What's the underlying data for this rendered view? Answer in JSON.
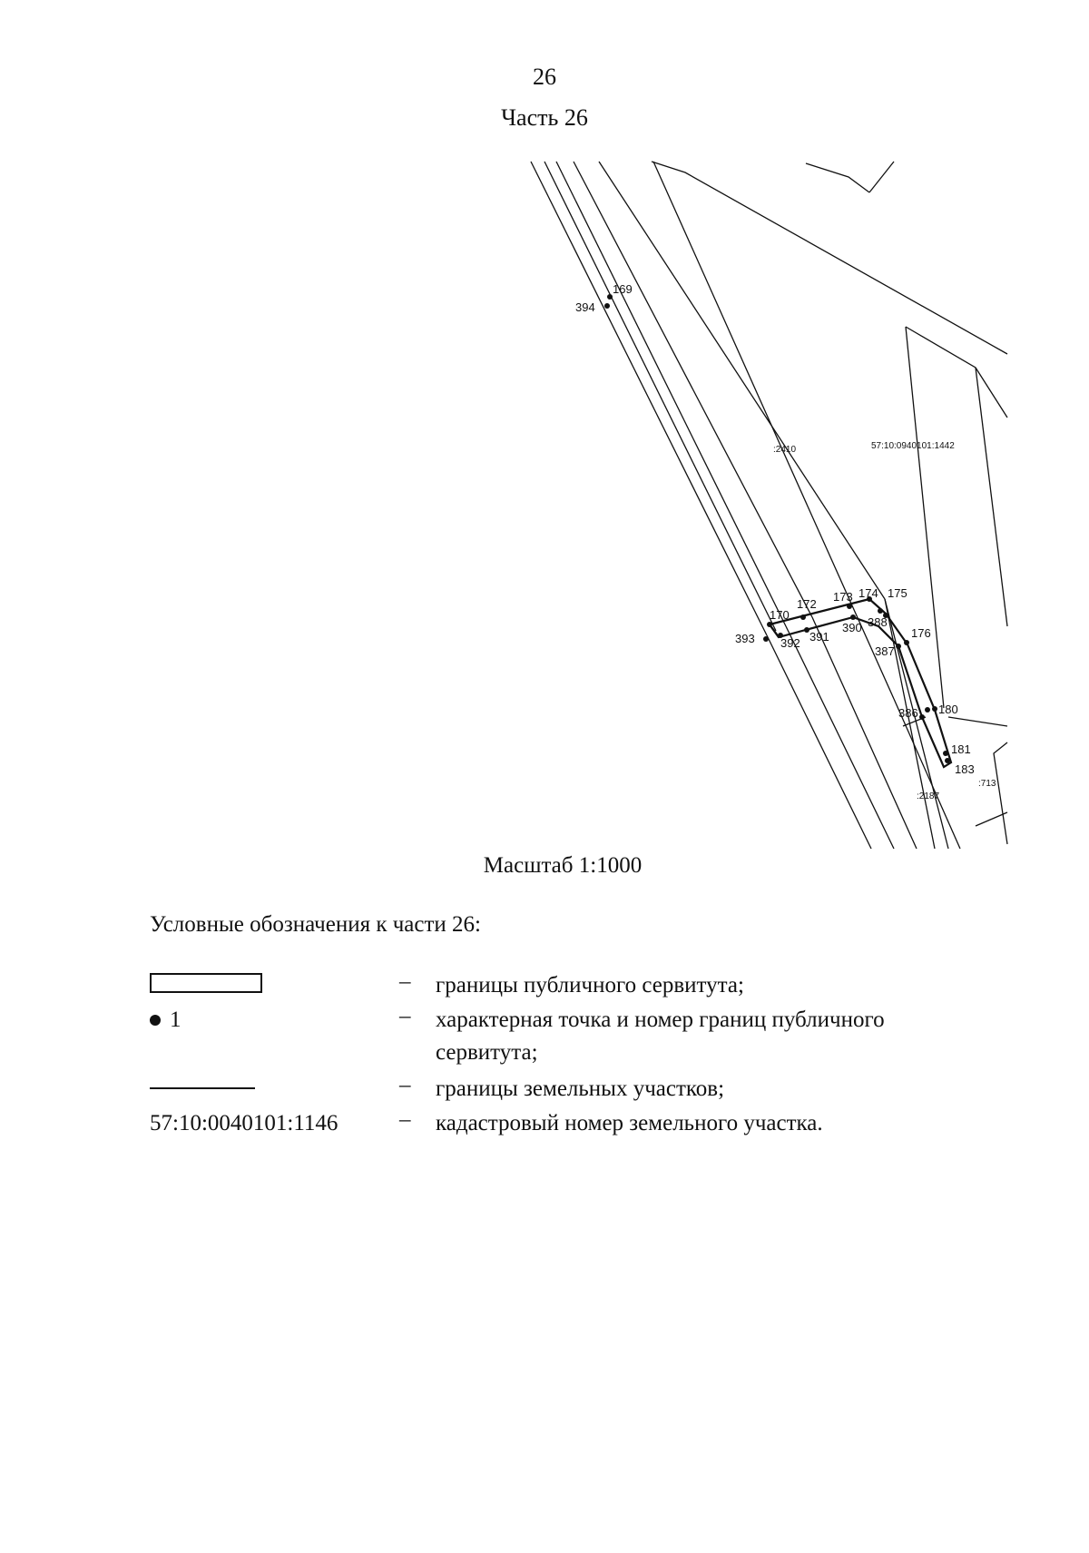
{
  "header": {
    "page_number": "26",
    "part_title": "Часть 26"
  },
  "map": {
    "labels": {
      "p169": "169",
      "p394": "394",
      "p170": "170",
      "p172": "172",
      "p173": "173",
      "p174": "174",
      "p175": "175",
      "p176": "176",
      "p180": "180",
      "p181": "181",
      "p183": "183",
      "p386": "386",
      "p387": "387",
      "p388": "388",
      "p390": "390",
      "p391": "391",
      "p392": "392",
      "p393": "393",
      "parcel_2410": ":2410",
      "parcel_1442": "57:10:0940101:1442",
      "parcel_2187": ":2187",
      "parcel_713": ":713"
    }
  },
  "scale": "Масштаб 1:1000",
  "legend": {
    "title": "Условные обозначения к части 26:",
    "dash": "–",
    "items": [
      {
        "symbol": "rect",
        "description": "границы публичного сервитута;"
      },
      {
        "symbol": "dot",
        "symbol_label": "1",
        "description": "характерная точка и номер границ публичного сервитута;"
      },
      {
        "symbol": "line",
        "description": "границы земельных участков;"
      },
      {
        "symbol": "text",
        "symbol_label": "57:10:0040101:1146",
        "description": "кадастровый номер земельного участка."
      }
    ]
  }
}
